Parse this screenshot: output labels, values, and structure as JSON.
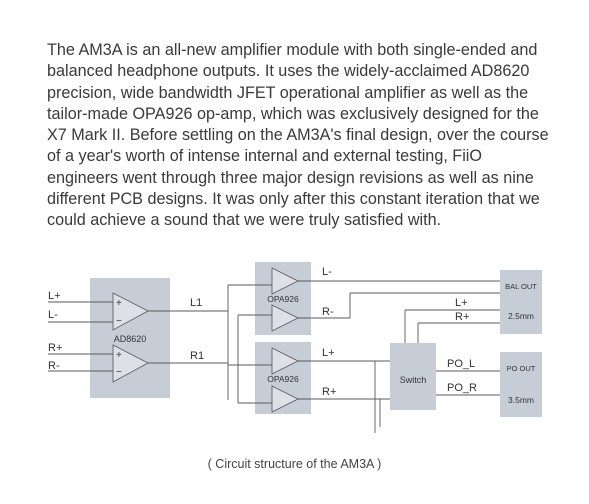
{
  "description_text": "The AM3A is an all-new amplifier module with both single-ended and balanced headphone outputs. It uses the widely-acclaimed AD8620 precision, wide bandwidth JFET operational amplifier as well as the tailor-made OPA926 op-amp, which was exclusively designed for the X7 Mark II. Before settling on the AM3A's final design, over the course of a year's worth of intense internal and external testing, FiiO engineers went through three major design revisions as well as nine different PCB designs. It was only after this constant iteration that we could achieve a sound that we were truly satisfied with.",
  "diagram": {
    "inputs": {
      "l_plus": "L+",
      "l_minus": "L-",
      "r_plus": "R+",
      "r_minus": "R-"
    },
    "chip_main": "AD8620",
    "chip_opa_top": "OPA926",
    "chip_opa_bottom": "OPA926",
    "plus_sign": "+",
    "minus_sign": "−",
    "wires": {
      "l1": "L1",
      "r1": "R1"
    },
    "opa_out": {
      "l_minus": "L-",
      "r_minus": "R-",
      "l_plus": "L+",
      "r_plus": "R+"
    },
    "bal_labels": {
      "l_plus": "L+",
      "r_plus": "R+"
    },
    "switch_label": "Switch",
    "po_labels": {
      "po_l": "PO_L",
      "po_r": "PO_R"
    },
    "bal_out": {
      "title": "BAL OUT",
      "jack": "2.5mm"
    },
    "po_out": {
      "title": "PO OUT",
      "jack": "3.5mm"
    },
    "colors": {
      "block": "#c7cdd6",
      "block_dark": "#b9c0ca",
      "wire": "#5a5a5a",
      "opamp_fill": "#dde1e7"
    }
  },
  "caption": "( Circuit structure of the AM3A )"
}
